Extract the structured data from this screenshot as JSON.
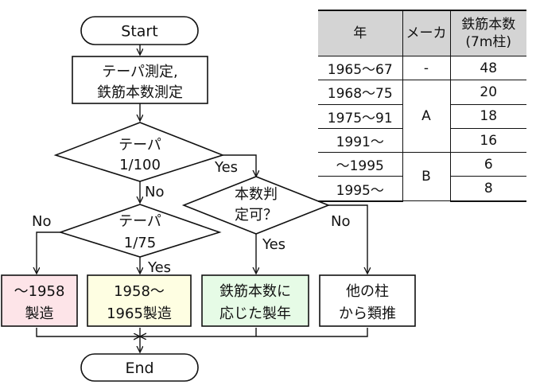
{
  "flowchart": {
    "start": "Start",
    "measure": [
      "テーパ測定,",
      "鉄筋本数測定"
    ],
    "decision1": [
      "テーパ",
      "1/100"
    ],
    "decision2": [
      "テーパ",
      "1/75"
    ],
    "decision3": [
      "本数判",
      "定可？"
    ],
    "yes": "Yes",
    "no": "No",
    "box1": [
      "〜1958",
      "製造"
    ],
    "box2": [
      "1958〜",
      "1965製造"
    ],
    "box3": [
      "鉄筋本数に",
      "応じた製年"
    ],
    "box4": [
      "他の柱",
      "から類推"
    ],
    "end": "End",
    "colors": {
      "box1": "#fde4e8",
      "box2": "#fefee2",
      "box3": "#e6fbe6",
      "box4": "#ffffff"
    }
  },
  "table": {
    "headers": {
      "year": "年",
      "maker": "メーカ",
      "count_line1": "鉄筋本数",
      "count_line2": "(7m柱)"
    },
    "rows": [
      {
        "year": "1965〜67",
        "maker": "-",
        "count": "48"
      },
      {
        "year": "1968〜75",
        "maker": "A",
        "count": "20"
      },
      {
        "year": "1975〜91",
        "count": "18"
      },
      {
        "year": "1991〜",
        "count": "16"
      },
      {
        "year": "〜1995",
        "maker": "B",
        "count": "6"
      },
      {
        "year": "1995〜",
        "count": "8"
      }
    ]
  }
}
